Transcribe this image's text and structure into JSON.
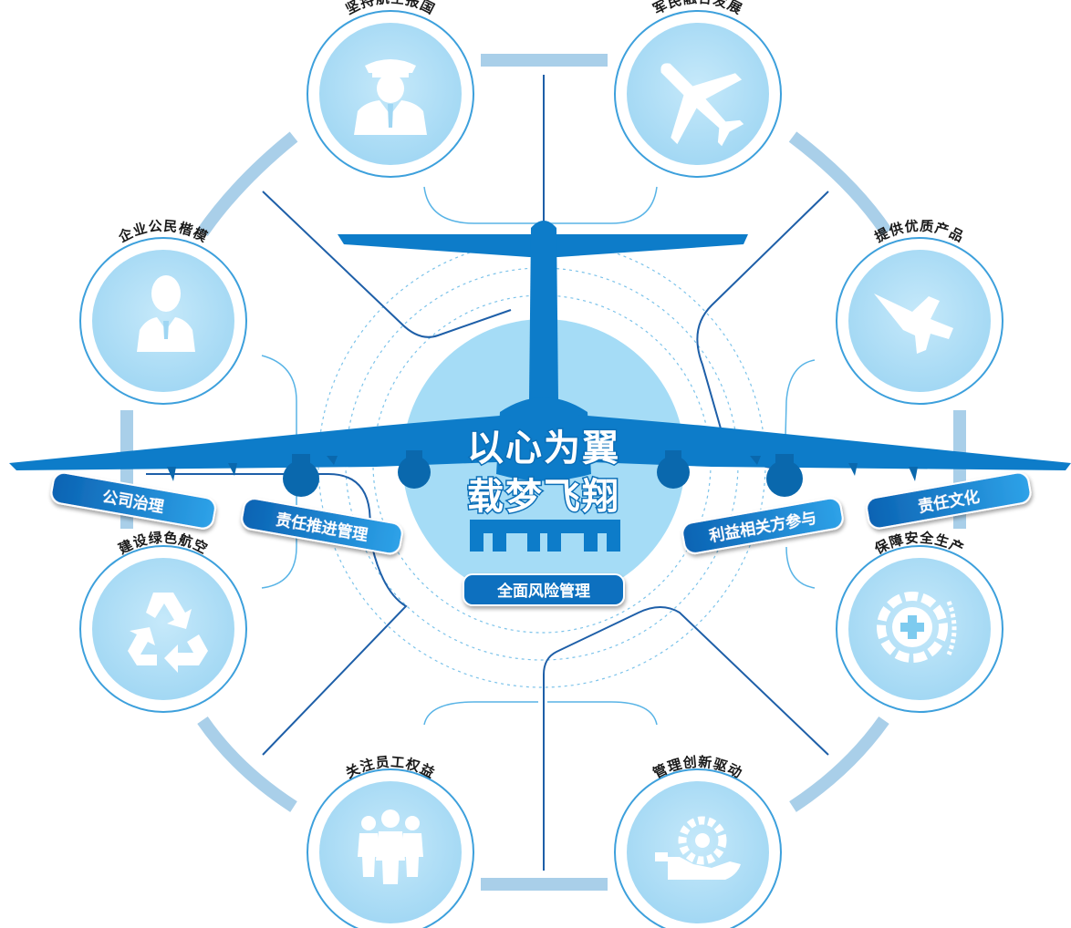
{
  "center": {
    "line1": "以心为翼",
    "line2": "载梦飞翔",
    "badge": "全面风险管理"
  },
  "pillars": [
    {
      "id": "governance",
      "label": "公司治理"
    },
    {
      "id": "responsibility-mgmt",
      "label": "责任推进管理"
    },
    {
      "id": "stakeholder",
      "label": "利益相关方参与"
    },
    {
      "id": "culture",
      "label": "责任文化"
    }
  ],
  "topics": [
    {
      "id": "patriotism",
      "label": "坚持航空报国",
      "icon": "pilot-icon"
    },
    {
      "id": "civil-military",
      "label": "军民融合发展",
      "icon": "airliner-icon"
    },
    {
      "id": "quality",
      "label": "提供优质产品",
      "icon": "fighter-jet-icon"
    },
    {
      "id": "safety",
      "label": "保障安全生产",
      "icon": "safety-cross-icon"
    },
    {
      "id": "innovation",
      "label": "管理创新驱动",
      "icon": "gear-hand-icon"
    },
    {
      "id": "employees",
      "label": "关注员工权益",
      "icon": "employees-icon"
    },
    {
      "id": "green",
      "label": "建设绿色航空",
      "icon": "recycle-icon"
    },
    {
      "id": "citizen",
      "label": "企业公民楷模",
      "icon": "businessman-icon"
    }
  ],
  "colors": {
    "plane": "#0d7cc9",
    "plane_dark": "#0a68ad",
    "bubble_fill": "#b3e0f7",
    "bubble_ring": "#3da0dc",
    "outer_arc": "#a9cfe9",
    "connector": "#1e5fa8",
    "pill_dark": "#0e6fbf",
    "pill_light": "#2da0e6"
  }
}
